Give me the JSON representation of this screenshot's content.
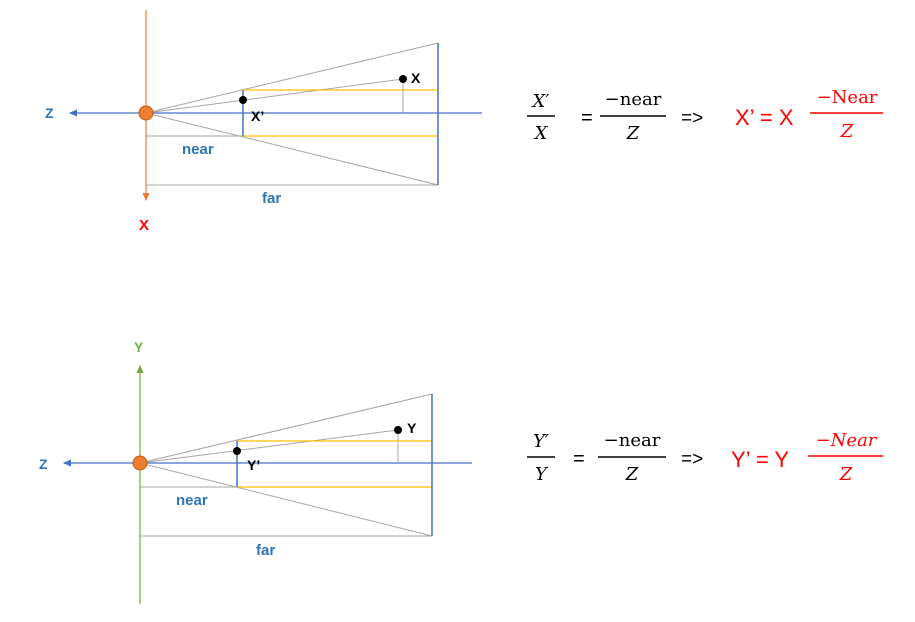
{
  "colors": {
    "z_axis": "#4472c4",
    "x_axis": "#ed7d31",
    "y_axis": "#70ad47",
    "near_plane": "#4472c4",
    "projection_line": "#ffc000",
    "frustum": "#a6a6a6",
    "camera": "#ed7d31",
    "result": "#ff0000",
    "label_red": "#ff0000",
    "label_green": "#70ad47",
    "label_blue": "#2e75b6"
  },
  "top_diagram": {
    "z_label": "Z",
    "axis_label": "X",
    "point_label": "X",
    "projected_label": "X’",
    "near_label": "near",
    "far_label": "far"
  },
  "bottom_diagram": {
    "z_label": "Z",
    "axis_label": "Y",
    "point_label": "Y",
    "projected_label": "Y’",
    "near_label": "near",
    "far_label": "far"
  },
  "formula_x": {
    "lhs_num": "X′",
    "lhs_den": "X",
    "eq": "=",
    "rhs_num": "−near",
    "rhs_den": "Z",
    "arrow": "=>",
    "result_lhs": "X’ = X",
    "result_num": "−Near",
    "result_den": "Z"
  },
  "formula_y": {
    "lhs_num": "Y′",
    "lhs_den": "Y",
    "eq": "=",
    "rhs_num": "−near",
    "rhs_den": "Z",
    "arrow": "=>",
    "result_lhs": "Y’ = Y",
    "result_num": "−Near",
    "result_den": "Z"
  }
}
